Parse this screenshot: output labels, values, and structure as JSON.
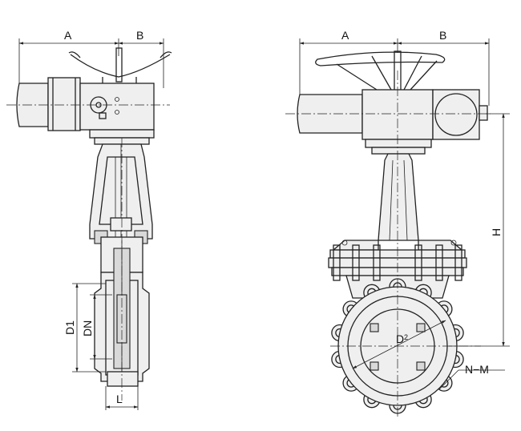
{
  "labels": {
    "side_A": "A",
    "side_B": "B",
    "D1": "D1",
    "DN": "DN",
    "L": "L",
    "front_A": "A",
    "front_B": "B",
    "H": "H",
    "D2_main": "D",
    "D2_sub": "2",
    "NM": "N−M"
  }
}
